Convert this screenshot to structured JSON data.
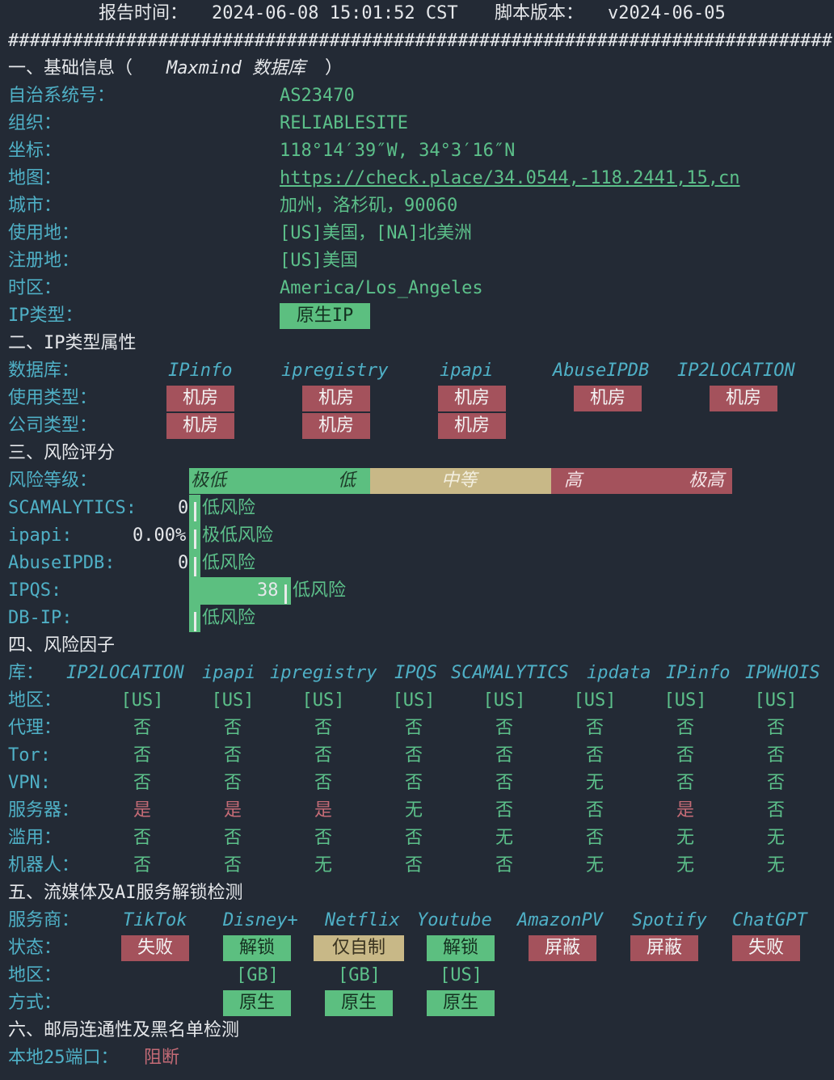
{
  "header": {
    "report_label": "报告时间：",
    "report_time": "2024-06-08 15:01:52 CST",
    "script_label": "脚本版本：",
    "script_version": "v2024-06-05",
    "hash_line": "#############################################################################"
  },
  "section1": {
    "title_prefix": "一、基础信息（",
    "title_db": "Maxmind 数据库",
    "title_suffix": "）",
    "rows": [
      {
        "label": "自治系统号：",
        "value": "AS23470"
      },
      {
        "label": "组织：",
        "value": "RELIABLESITE"
      },
      {
        "label": "坐标：",
        "value": "118°14′39″W, 34°3′16″N"
      },
      {
        "label": "地图：",
        "value": "https://check.place/34.0544,-118.2441,15,cn"
      },
      {
        "label": "城市：",
        "value": "加州，洛杉矶，90060"
      },
      {
        "label": "使用地：",
        "value": "[US]美国，[NA]北美洲"
      },
      {
        "label": "注册地：",
        "value": "[US]美国"
      },
      {
        "label": "时区：",
        "value": "America/Los_Angeles"
      }
    ],
    "ip_type_label": "IP类型：",
    "ip_type_value": "原生IP"
  },
  "section2": {
    "title": "二、IP类型属性",
    "db_label": "数据库：",
    "databases": [
      "IPinfo",
      "ipregistry",
      "ipapi",
      "AbuseIPDB",
      "IP2LOCATION"
    ],
    "usage_label": "使用类型：",
    "usage_values": [
      "机房",
      "机房",
      "机房",
      "机房",
      "机房"
    ],
    "company_label": "公司类型：",
    "company_values": [
      "机房",
      "机房",
      "机房"
    ]
  },
  "section3": {
    "title": "三、风险评分",
    "level_label": "风险等级：",
    "scale": {
      "very_low": "极低",
      "low": "低",
      "medium": "中等",
      "high": "高",
      "very_high": "极高"
    },
    "colors": {
      "green": "#5cbf80",
      "tan": "#c8b887",
      "red": "#a4525c"
    },
    "rows": [
      {
        "label": "SCAMALYTICS:",
        "score": "0",
        "verdict": "低风险"
      },
      {
        "label": "ipapi:",
        "score": "0.00%",
        "verdict": "极低风险"
      },
      {
        "label": "AbuseIPDB:",
        "score": "0",
        "verdict": "低风险"
      },
      {
        "label": "IPQS:",
        "score": "38",
        "verdict": "低风险"
      },
      {
        "label": "DB-IP:",
        "score": "",
        "verdict": "低风险"
      }
    ]
  },
  "section4": {
    "title": "四、风险因子",
    "lib_label": "库：",
    "libraries": [
      "IP2LOCATION",
      "ipapi",
      "ipregistry",
      "IPQS",
      "SCAMALYTICS",
      "ipdata",
      "IPinfo",
      "IPWHOIS"
    ],
    "rows": [
      {
        "label": "地区：",
        "values": [
          "[US]",
          "[US]",
          "[US]",
          "[US]",
          "[US]",
          "[US]",
          "[US]",
          "[US]"
        ]
      },
      {
        "label": "代理：",
        "values": [
          "否",
          "否",
          "否",
          "否",
          "否",
          "否",
          "否",
          "否"
        ]
      },
      {
        "label": "Tor:",
        "values": [
          "否",
          "否",
          "否",
          "否",
          "否",
          "否",
          "否",
          "否"
        ]
      },
      {
        "label": "VPN:",
        "values": [
          "否",
          "否",
          "否",
          "否",
          "否",
          "无",
          "否",
          "否"
        ]
      },
      {
        "label": "服务器：",
        "values": [
          "是",
          "是",
          "是",
          "无",
          "否",
          "否",
          "是",
          "否"
        ]
      },
      {
        "label": "滥用：",
        "values": [
          "否",
          "否",
          "否",
          "否",
          "无",
          "否",
          "无",
          "无"
        ]
      },
      {
        "label": "机器人：",
        "values": [
          "否",
          "否",
          "无",
          "否",
          "否",
          "无",
          "无",
          "无"
        ]
      }
    ]
  },
  "section5": {
    "title": "五、流媒体及AI服务解锁检测",
    "provider_label": "服务商：",
    "providers": [
      "TikTok",
      "Disney+",
      "Netflix",
      "Youtube",
      "AmazonPV",
      "Spotify",
      "ChatGPT"
    ],
    "status_label": "状态：",
    "statuses": [
      {
        "text": "失败",
        "kind": "red"
      },
      {
        "text": "解锁",
        "kind": "green"
      },
      {
        "text": "仅自制",
        "kind": "tan"
      },
      {
        "text": "解锁",
        "kind": "green"
      },
      {
        "text": "屏蔽",
        "kind": "red"
      },
      {
        "text": "屏蔽",
        "kind": "red"
      },
      {
        "text": "失败",
        "kind": "red"
      }
    ],
    "region_label": "地区：",
    "regions": [
      "[GB]",
      "[GB]",
      "[US]"
    ],
    "method_label": "方式：",
    "methods": [
      "原生",
      "原生",
      "原生"
    ]
  },
  "section6": {
    "title": "六、邮局连通性及黑名单检测",
    "port_label": "本地25端口：",
    "port_value": "阻断"
  }
}
